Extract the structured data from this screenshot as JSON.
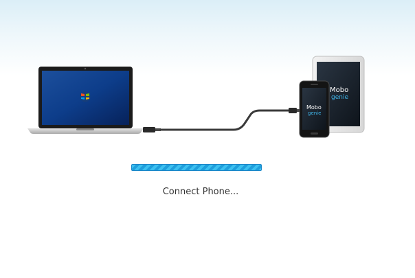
{
  "window": {
    "status_text": "Connect Phone..."
  },
  "progress": {
    "fraction": 1.0,
    "animated": true
  },
  "illustration": {
    "laptop_icon": "laptop-icon",
    "os_logo": "windows-logo-icon",
    "cable_icon": "usb-cable-icon",
    "phone_icon": "smartphone-icon",
    "tablet_icon": "tablet-icon",
    "brand_line1": "Mobo",
    "brand_line2": "genie"
  },
  "colors": {
    "sky_top": "#dbeef7",
    "progress_border": "#1a86c8",
    "progress_stripe_light": "#3cc0f0",
    "progress_stripe_dark": "#1f9fdc",
    "status_text": "#333333"
  }
}
